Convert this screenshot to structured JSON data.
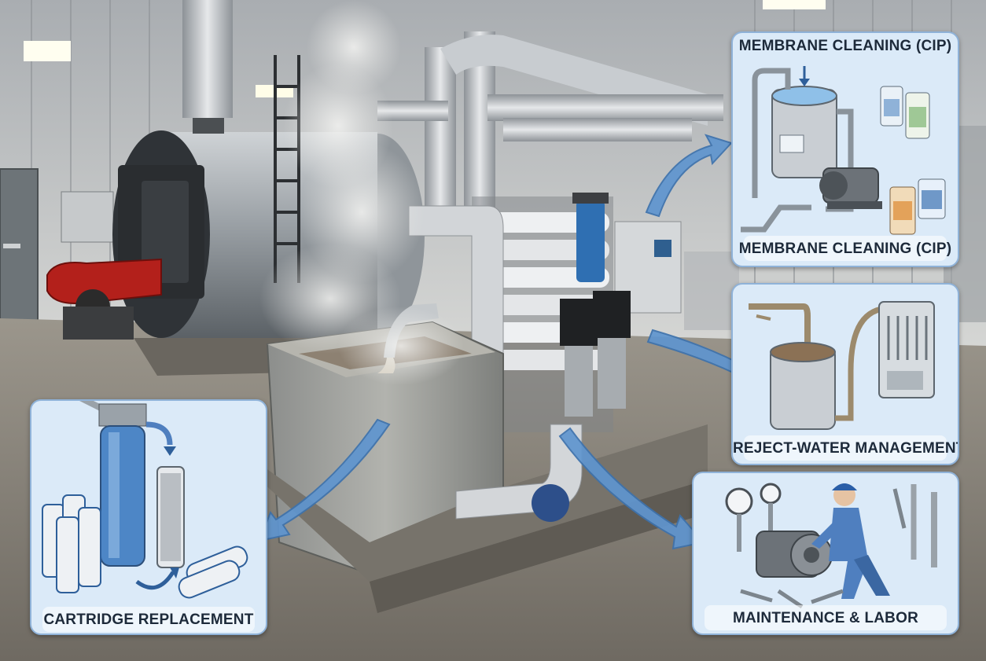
{
  "panels": {
    "cip": {
      "title_top": "MEMBRANE CLEANING (CIP)",
      "title_bottom": "MEMBRANE CLEANING (CIP)"
    },
    "reject": {
      "title": "REJECT-WATER MANAGEMENT"
    },
    "maintenance": {
      "title": "MAINTENANCE & LABOR"
    },
    "cartridge": {
      "title": "CARTRIDGE REPLACEMENT"
    }
  },
  "colors": {
    "panel_bg": "#dbeaf8",
    "panel_border": "#8fb2d8",
    "arrow": "#5f95cf",
    "burner_red": "#b3201b",
    "steel": "#b9bec3"
  }
}
